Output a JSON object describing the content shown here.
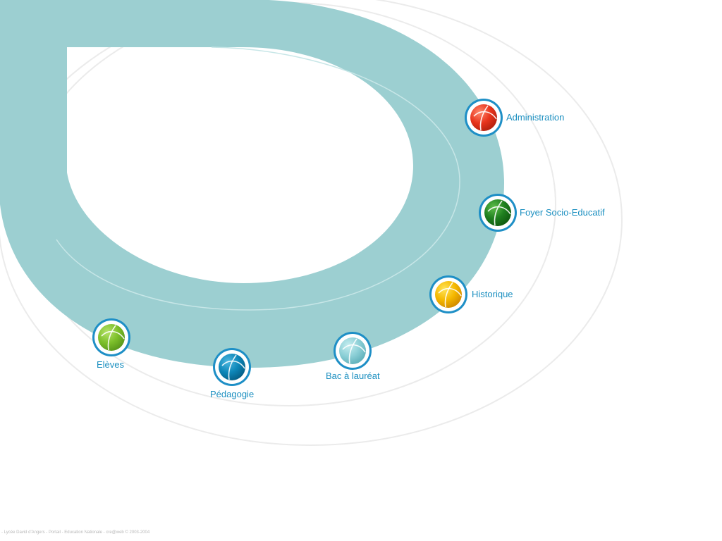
{
  "colors": {
    "band": "#9ccfd1",
    "ring_outline": "#e8e8e8",
    "label": "#1b8fc0",
    "globe_ring": "#1e8fc6"
  },
  "nav": [
    {
      "id": "administration",
      "label": "Administration",
      "icon": "red-globe-icon",
      "color": "#e8341c",
      "highlight": "#ff8a6e",
      "shade": "#b3210e"
    },
    {
      "id": "foyer",
      "label": "Foyer Socio-Educatif",
      "icon": "green-globe-icon",
      "color": "#1f7f1f",
      "highlight": "#5fbf4a",
      "shade": "#0f5a0f"
    },
    {
      "id": "historique",
      "label": "Historique",
      "icon": "yellow-globe-icon",
      "color": "#f5b800",
      "highlight": "#ffe45a",
      "shade": "#d08a00"
    },
    {
      "id": "bac",
      "label": "Bac à lauréat",
      "icon": "light-blue-globe-icon",
      "color": "#8ccfd6",
      "highlight": "#c6eef0",
      "shade": "#5fb0ba"
    },
    {
      "id": "pedagogie",
      "label": "Pédagogie",
      "icon": "blue-globe-icon",
      "color": "#0d86b8",
      "highlight": "#4fb8e0",
      "shade": "#055e86"
    },
    {
      "id": "eleves",
      "label": "Elèves",
      "icon": "lime-globe-icon",
      "color": "#7cbf2a",
      "highlight": "#b6e26a",
      "shade": "#58961a"
    }
  ],
  "footer": {
    "text": "- Lycée David d'Angers - Portail - Education Nationale - cre@web © 2003-2004"
  }
}
